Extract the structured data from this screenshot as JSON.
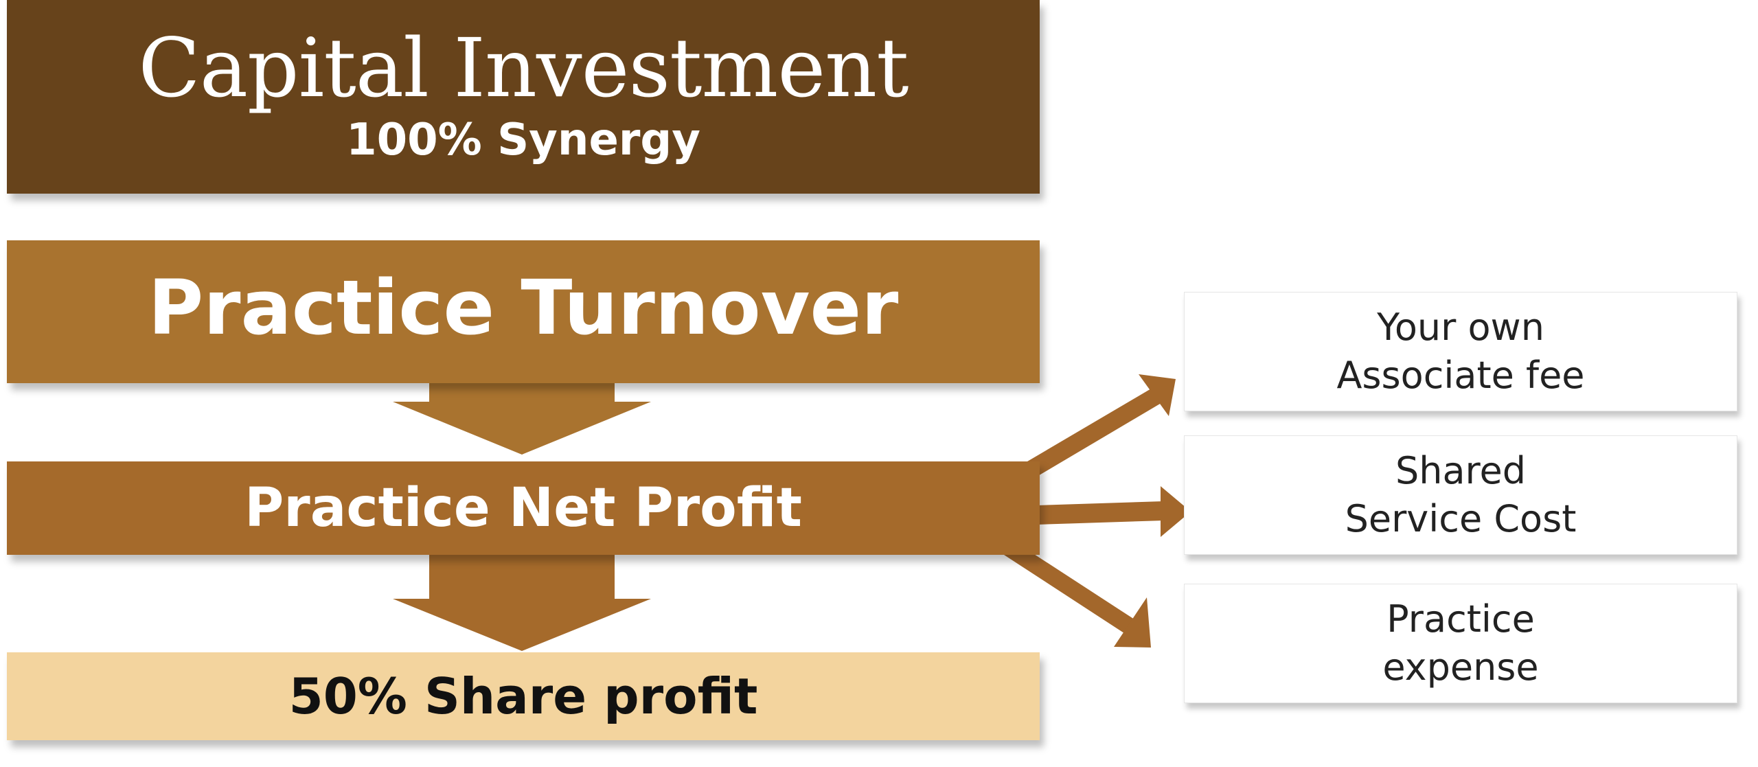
{
  "capital": {
    "title": "Capital Investment",
    "subtitle": "100% Synergy"
  },
  "turnover": {
    "title": "Practice Turnover"
  },
  "net_profit": {
    "title": "Practice Net Profit"
  },
  "share": {
    "title": "50% Share profit"
  },
  "outputs": [
    {
      "line1": "Your own",
      "line2": "Associate fee"
    },
    {
      "line1": "Shared",
      "line2": "Service Cost"
    },
    {
      "line1": "Practice",
      "line2": "expense"
    }
  ],
  "colors": {
    "capital_bg": "#67431b",
    "turnover_bg": "#a9732f",
    "net_profit_bg": "#a56a2b",
    "share_bg": "#f3d49e",
    "arrow": "#a9732f",
    "arrow_side": "#a3672b"
  }
}
